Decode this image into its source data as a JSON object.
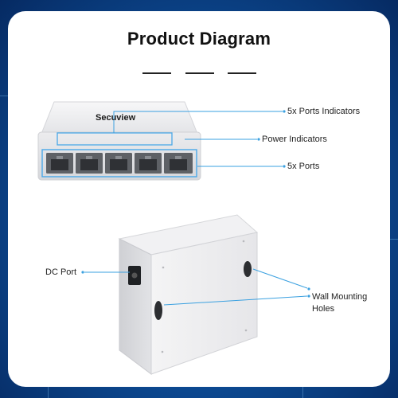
{
  "title": "Product Diagram",
  "brand": "Secuview",
  "callouts": {
    "port_indicators": "5x Ports Indicators",
    "power_indicators": "Power Indicators",
    "ports": "5x Ports",
    "dc_port": "DC Port",
    "wall_mounting_line1": "Wall Mounting",
    "wall_mounting_line2": "Holes"
  },
  "colors": {
    "callout_line": "#3aa0e0",
    "highlight": "#4aa8e8",
    "background": "#0d4f9a"
  }
}
